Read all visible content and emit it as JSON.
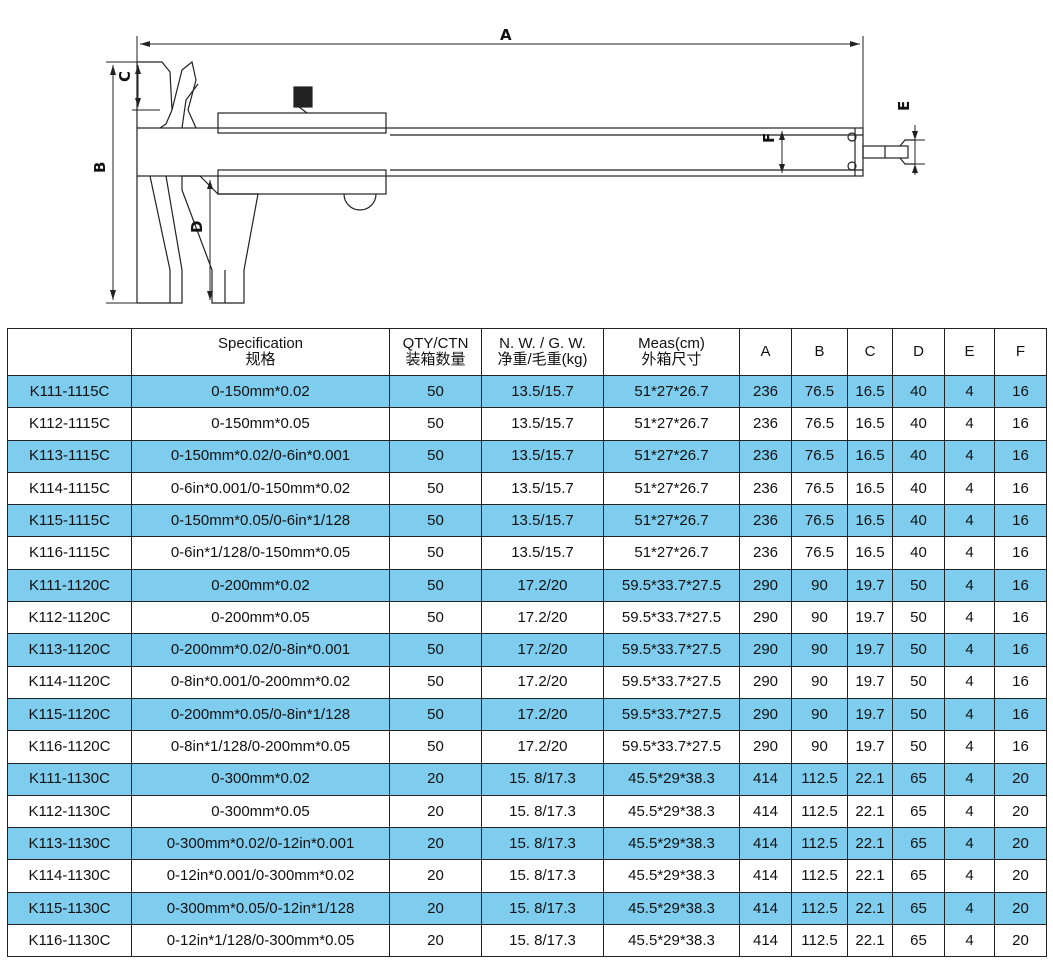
{
  "drawing": {
    "dimension_labels": [
      "A",
      "B",
      "C",
      "D",
      "E",
      "F"
    ]
  },
  "colors": {
    "shaded_row": "#7fcdee",
    "line": "#222222"
  },
  "table": {
    "headers": [
      {
        "en": "",
        "zh": ""
      },
      {
        "en": "Specification",
        "zh": "规格"
      },
      {
        "en": "QTY/CTN",
        "zh": "装箱数量"
      },
      {
        "en": "N. W. / G. W.",
        "zh": "净重/毛重(kg)"
      },
      {
        "en": "Meas(cm)",
        "zh": "外箱尺寸"
      },
      {
        "en": "A",
        "zh": ""
      },
      {
        "en": "B",
        "zh": ""
      },
      {
        "en": "C",
        "zh": ""
      },
      {
        "en": "D",
        "zh": ""
      },
      {
        "en": "E",
        "zh": ""
      },
      {
        "en": "F",
        "zh": ""
      }
    ],
    "rows": [
      [
        "K111-1115C",
        "0-150mm*0.02",
        "50",
        "13.5/15.7",
        "51*27*26.7",
        "236",
        "76.5",
        "16.5",
        "40",
        "4",
        "16"
      ],
      [
        "K112-1115C",
        "0-150mm*0.05",
        "50",
        "13.5/15.7",
        "51*27*26.7",
        "236",
        "76.5",
        "16.5",
        "40",
        "4",
        "16"
      ],
      [
        "K113-1115C",
        "0-150mm*0.02/0-6in*0.001",
        "50",
        "13.5/15.7",
        "51*27*26.7",
        "236",
        "76.5",
        "16.5",
        "40",
        "4",
        "16"
      ],
      [
        "K114-1115C",
        "0-6in*0.001/0-150mm*0.02",
        "50",
        "13.5/15.7",
        "51*27*26.7",
        "236",
        "76.5",
        "16.5",
        "40",
        "4",
        "16"
      ],
      [
        "K115-1115C",
        "0-150mm*0.05/0-6in*1/128",
        "50",
        "13.5/15.7",
        "51*27*26.7",
        "236",
        "76.5",
        "16.5",
        "40",
        "4",
        "16"
      ],
      [
        "K116-1115C",
        "0-6in*1/128/0-150mm*0.05",
        "50",
        "13.5/15.7",
        "51*27*26.7",
        "236",
        "76.5",
        "16.5",
        "40",
        "4",
        "16"
      ],
      [
        "K111-1120C",
        "0-200mm*0.02",
        "50",
        "17.2/20",
        "59.5*33.7*27.5",
        "290",
        "90",
        "19.7",
        "50",
        "4",
        "16"
      ],
      [
        "K112-1120C",
        "0-200mm*0.05",
        "50",
        "17.2/20",
        "59.5*33.7*27.5",
        "290",
        "90",
        "19.7",
        "50",
        "4",
        "16"
      ],
      [
        "K113-1120C",
        "0-200mm*0.02/0-8in*0.001",
        "50",
        "17.2/20",
        "59.5*33.7*27.5",
        "290",
        "90",
        "19.7",
        "50",
        "4",
        "16"
      ],
      [
        "K114-1120C",
        "0-8in*0.001/0-200mm*0.02",
        "50",
        "17.2/20",
        "59.5*33.7*27.5",
        "290",
        "90",
        "19.7",
        "50",
        "4",
        "16"
      ],
      [
        "K115-1120C",
        "0-200mm*0.05/0-8in*1/128",
        "50",
        "17.2/20",
        "59.5*33.7*27.5",
        "290",
        "90",
        "19.7",
        "50",
        "4",
        "16"
      ],
      [
        "K116-1120C",
        "0-8in*1/128/0-200mm*0.05",
        "50",
        "17.2/20",
        "59.5*33.7*27.5",
        "290",
        "90",
        "19.7",
        "50",
        "4",
        "16"
      ],
      [
        "K111-1130C",
        "0-300mm*0.02",
        "20",
        "15. 8/17.3",
        "45.5*29*38.3",
        "414",
        "112.5",
        "22.1",
        "65",
        "4",
        "20"
      ],
      [
        "K112-1130C",
        "0-300mm*0.05",
        "20",
        "15. 8/17.3",
        "45.5*29*38.3",
        "414",
        "112.5",
        "22.1",
        "65",
        "4",
        "20"
      ],
      [
        "K113-1130C",
        "0-300mm*0.02/0-12in*0.001",
        "20",
        "15. 8/17.3",
        "45.5*29*38.3",
        "414",
        "112.5",
        "22.1",
        "65",
        "4",
        "20"
      ],
      [
        "K114-1130C",
        "0-12in*0.001/0-300mm*0.02",
        "20",
        "15. 8/17.3",
        "45.5*29*38.3",
        "414",
        "112.5",
        "22.1",
        "65",
        "4",
        "20"
      ],
      [
        "K115-1130C",
        "0-300mm*0.05/0-12in*1/128",
        "20",
        "15. 8/17.3",
        "45.5*29*38.3",
        "414",
        "112.5",
        "22.1",
        "65",
        "4",
        "20"
      ],
      [
        "K116-1130C",
        "0-12in*1/128/0-300mm*0.05",
        "20",
        "15. 8/17.3",
        "45.5*29*38.3",
        "414",
        "112.5",
        "22.1",
        "65",
        "4",
        "20"
      ]
    ]
  }
}
